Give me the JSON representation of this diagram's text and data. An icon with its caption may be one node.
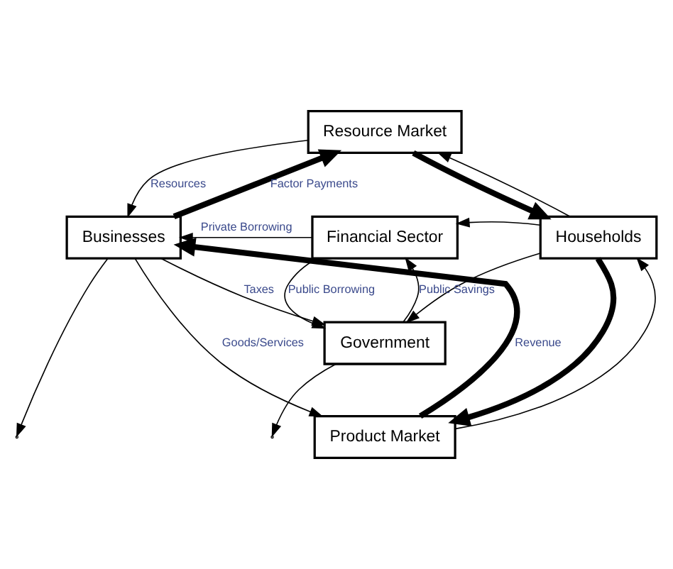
{
  "diagram": {
    "nodes": [
      {
        "text": [
          "Resource Market"
        ]
      },
      {
        "text": [
          "Financial Sector"
        ]
      },
      {
        "text": [
          "Businesses"
        ]
      },
      {
        "text": [
          "Households"
        ]
      },
      {
        "text": [
          "Government"
        ]
      },
      {
        "text": [
          "Product Market"
        ]
      }
    ],
    "edges": [
      {
        "from": 0,
        "to": 2,
        "arrow": "to",
        "label": "Resources"
      },
      {
        "from": 2,
        "to": 0,
        "arrow": "to",
        "label": "Factor Payments",
        "style": "thick"
      },
      {
        "from": 0,
        "to": 3,
        "arrow": "to",
        "style": "thick"
      },
      {
        "from": 3,
        "to": 0,
        "arrow": "to"
      },
      {
        "from": 1,
        "to": 2,
        "arrow": "to",
        "label": "Private Borrowing"
      },
      {
        "from": 1,
        "to": 4,
        "arrow": "to",
        "label": "Public Borrowing"
      },
      {
        "from": 4,
        "to": 1,
        "arrow": "to",
        "label": "Public Savings"
      },
      {
        "from": 3,
        "to": 1,
        "arrow": "to"
      },
      {
        "from": 2,
        "to": 4,
        "arrow": "to",
        "label": "Taxes"
      },
      {
        "from": 3,
        "to": 4,
        "arrow": "to"
      },
      {
        "from": 4,
        "to": null,
        "arrow": "to"
      },
      {
        "from": 2,
        "to": null,
        "arrow": "to"
      },
      {
        "from": 3,
        "to": 5,
        "arrow": "to",
        "style": "thick"
      },
      {
        "from": 5,
        "to": 3,
        "arrow": "to"
      },
      {
        "from": 5,
        "to": 2,
        "arrow": "to",
        "label": "Revenue",
        "style": "thick"
      },
      {
        "from": 2,
        "to": 5,
        "arrow": "to",
        "label": "Goods/Services"
      }
    ]
  }
}
